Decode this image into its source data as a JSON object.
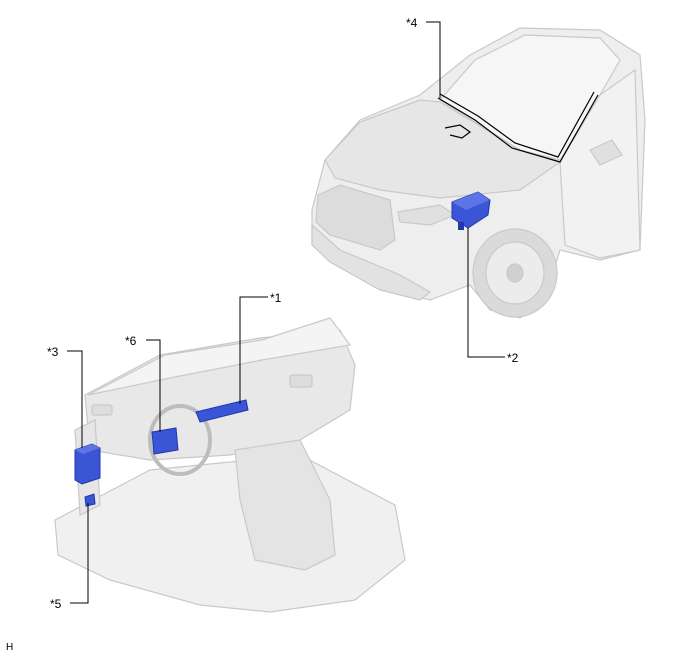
{
  "callouts": {
    "c1": "*1",
    "c2": "*2",
    "c3": "*3",
    "c4": "*4",
    "c5": "*5",
    "c6": "*6"
  },
  "footer_code": "H",
  "colors": {
    "component": "#3a55d6",
    "component_dark": "#2437a8",
    "body_fill": "#eeeeee",
    "body_edge": "#c9c9c9",
    "leader": "#000000"
  }
}
